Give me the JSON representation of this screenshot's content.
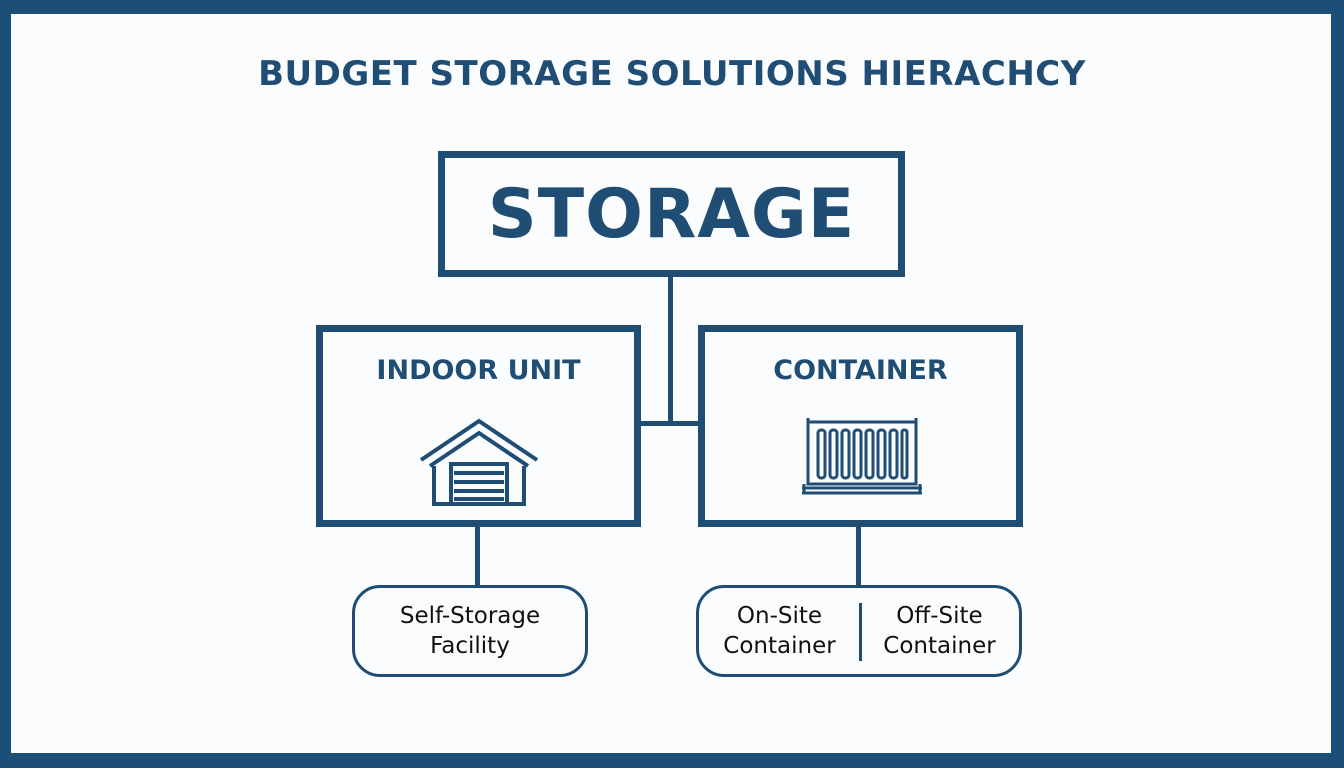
{
  "title": "BUDGET STORAGE SOLUTIONS HIERACHCY",
  "root": {
    "label": "STORAGE"
  },
  "children": [
    {
      "label": "INDOOR UNIT",
      "icon": "garage-icon",
      "options": [
        {
          "line1": "Self-Storage",
          "line2": "Facility"
        }
      ]
    },
    {
      "label": "CONTAINER",
      "icon": "shipping-container-icon",
      "options": [
        {
          "line1": "On-Site",
          "line2": "Container"
        },
        {
          "line1": "Off-Site",
          "line2": "Container"
        }
      ]
    }
  ],
  "colors": {
    "frame": "#1b4f78",
    "accent": "#1f4d74",
    "background": "#fbfcfd",
    "text": "#111111"
  }
}
